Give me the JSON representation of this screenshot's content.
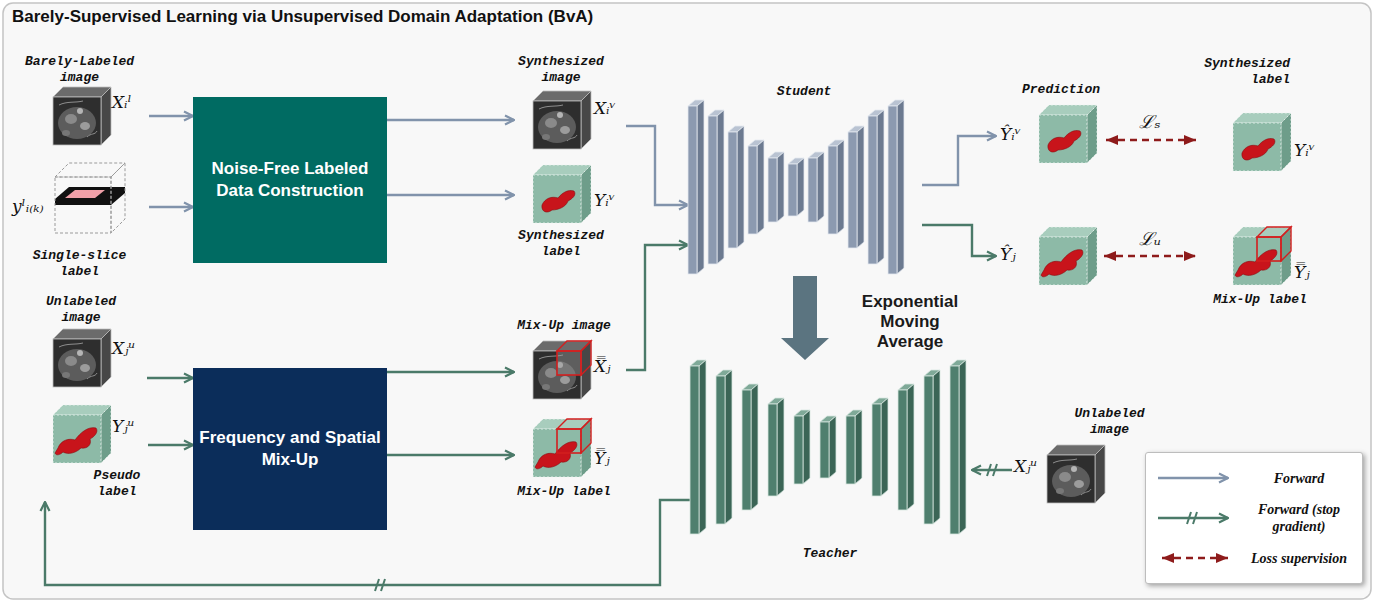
{
  "diagram": {
    "title": "Barely-Supervised Learning via Unsupervised Domain Adaptation (BvA)",
    "nodes": [
      {
        "text": [
          "Barely-Labeled image",
          "Xᵢˡ"
        ]
      },
      {
        "text": [
          "Single-slice label",
          "yˡᵢ₍ₖ₎"
        ]
      },
      {
        "text": [
          "Noise-Free Labeled Data Construction"
        ]
      },
      {
        "text": [
          "Synthesized image",
          "Xᵢᵛ"
        ]
      },
      {
        "text": [
          "Synthesized label",
          "Yᵢᵛ"
        ]
      },
      {
        "text": [
          "Unlabeled image",
          "Xⱼᵘ"
        ]
      },
      {
        "text": [
          "Pseudo label",
          "Yⱼᵘ"
        ]
      },
      {
        "text": [
          "Frequency and Spatial Mix-Up"
        ]
      },
      {
        "text": [
          "Mix-Up image",
          "X̿ⱼ"
        ]
      },
      {
        "text": [
          "Mix-Up label",
          "Y̿ⱼ"
        ]
      },
      {
        "text": [
          "Student"
        ]
      },
      {
        "text": [
          "Teacher"
        ]
      },
      {
        "text": [
          "Prediction",
          "Ŷᵢᵛ"
        ]
      },
      {
        "text": [
          "Synthesized label",
          "Yᵢᵛ"
        ]
      },
      {
        "text": [
          "Ŷⱼ"
        ]
      },
      {
        "text": [
          "Mix-Up label",
          "Y̿ⱼ"
        ]
      },
      {
        "text": [
          "Unlabeled image",
          "Xⱼᵘ"
        ]
      }
    ],
    "edges": [
      {
        "from": 0,
        "to": 2,
        "arrow": "to"
      },
      {
        "from": 1,
        "to": 2,
        "arrow": "to"
      },
      {
        "from": 2,
        "to": 3,
        "arrow": "to"
      },
      {
        "from": 2,
        "to": 4,
        "arrow": "to"
      },
      {
        "from": 3,
        "to": 10,
        "arrow": "to"
      },
      {
        "from": 5,
        "to": 7,
        "arrow": "to"
      },
      {
        "from": 6,
        "to": 7,
        "arrow": "to"
      },
      {
        "from": 7,
        "to": 8,
        "arrow": "to"
      },
      {
        "from": 7,
        "to": 9,
        "arrow": "to"
      },
      {
        "from": 8,
        "to": 10,
        "arrow": "to"
      },
      {
        "from": 10,
        "to": 12,
        "arrow": "to"
      },
      {
        "from": 10,
        "to": 14,
        "arrow": "to"
      },
      {
        "from": 12,
        "to": 13,
        "arrow": "both",
        "label": "ℒₛ"
      },
      {
        "from": 14,
        "to": 15,
        "arrow": "both",
        "label": "ℒᵤ"
      },
      {
        "from": 10,
        "to": 11,
        "arrow": "to",
        "label": "Exponential Moving Average"
      },
      {
        "from": 16,
        "to": 11,
        "arrow": "to"
      },
      {
        "from": 11,
        "to": 6,
        "arrow": "to"
      }
    ],
    "legend": [
      {
        "text": "Forward"
      },
      {
        "text": "Forward (stop gradient)"
      },
      {
        "text": "Loss supervision"
      }
    ]
  }
}
